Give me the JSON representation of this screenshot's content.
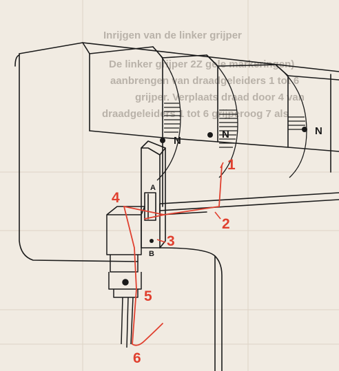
{
  "bleed_text": [
    "Inrijgen van de linker grijper",
    "De linker grijper 2Z gele markeringen)",
    "aanbrengen van draadgeleiders 1 tot 6",
    "grijper. Verplaats draad door 4 van",
    "draadgeleiders 1 tot 6 grijperoog 7 als"
  ],
  "callouts": [
    "1",
    "2",
    "3",
    "4",
    "5",
    "6"
  ],
  "marks": {
    "n": "N",
    "a": "A",
    "b": "B"
  },
  "colors": {
    "thread": "#e0402f",
    "ink": "#1a1a1a",
    "paper": "#f1ebe2",
    "bleed": "#b9b2a9"
  }
}
